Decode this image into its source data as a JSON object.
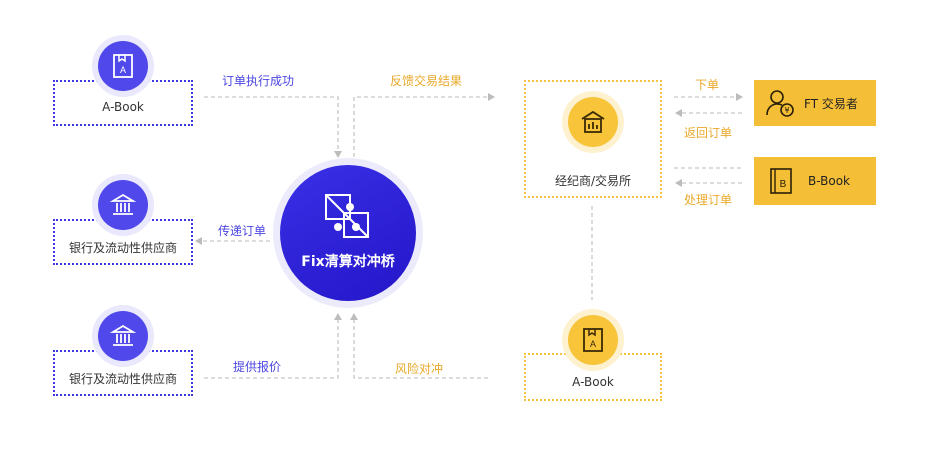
{
  "hub": {
    "title": "Fix清算对冲桥"
  },
  "left_nodes": [
    {
      "label": "A-Book",
      "icon": "book-a-icon"
    },
    {
      "label": "银行及流动性供应商",
      "icon": "bank-icon"
    },
    {
      "label": "银行及流动性供应商",
      "icon": "bank-icon"
    }
  ],
  "right_nodes": {
    "broker": {
      "label": "经纪商/交易所",
      "icon": "exchange-building-icon"
    },
    "abook": {
      "label": "A-Book",
      "icon": "book-a-icon"
    }
  },
  "side_cards": [
    {
      "label": "FT 交易者",
      "icon": "trader-icon"
    },
    {
      "label": "B-Book",
      "icon": "book-b-icon"
    }
  ],
  "edge_labels": {
    "order_exec_success": "订单执行成功",
    "feedback_result": "反馈交易结果",
    "pass_order": "传递订单",
    "provide_quote": "提供报价",
    "risk_hedge": "风险对冲",
    "place_order": "下单",
    "return_order": "返回订单",
    "process_order": "处理订单"
  },
  "colors": {
    "blue": "#3b36e0",
    "yellow": "#f6c341",
    "hub": "#2a1fd6",
    "line_gray": "#c2c2c2"
  }
}
